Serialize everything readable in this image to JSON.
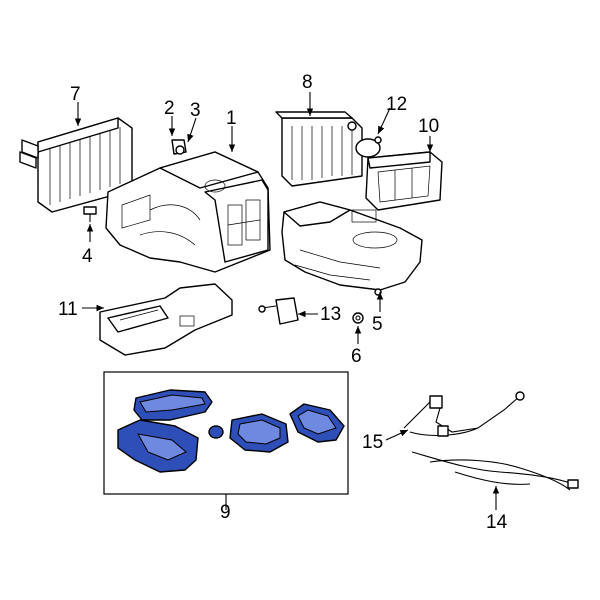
{
  "callouts": {
    "c1": "1",
    "c2": "2",
    "c3": "3",
    "c4": "4",
    "c5": "5",
    "c6": "6",
    "c7": "7",
    "c8": "8",
    "c9": "9",
    "c10": "10",
    "c11": "11",
    "c12": "12",
    "c13": "13",
    "c14": "14",
    "c15": "15"
  },
  "colors": {
    "highlight": "#2f4fb8",
    "outline": "#000000",
    "background": "#ffffff"
  }
}
